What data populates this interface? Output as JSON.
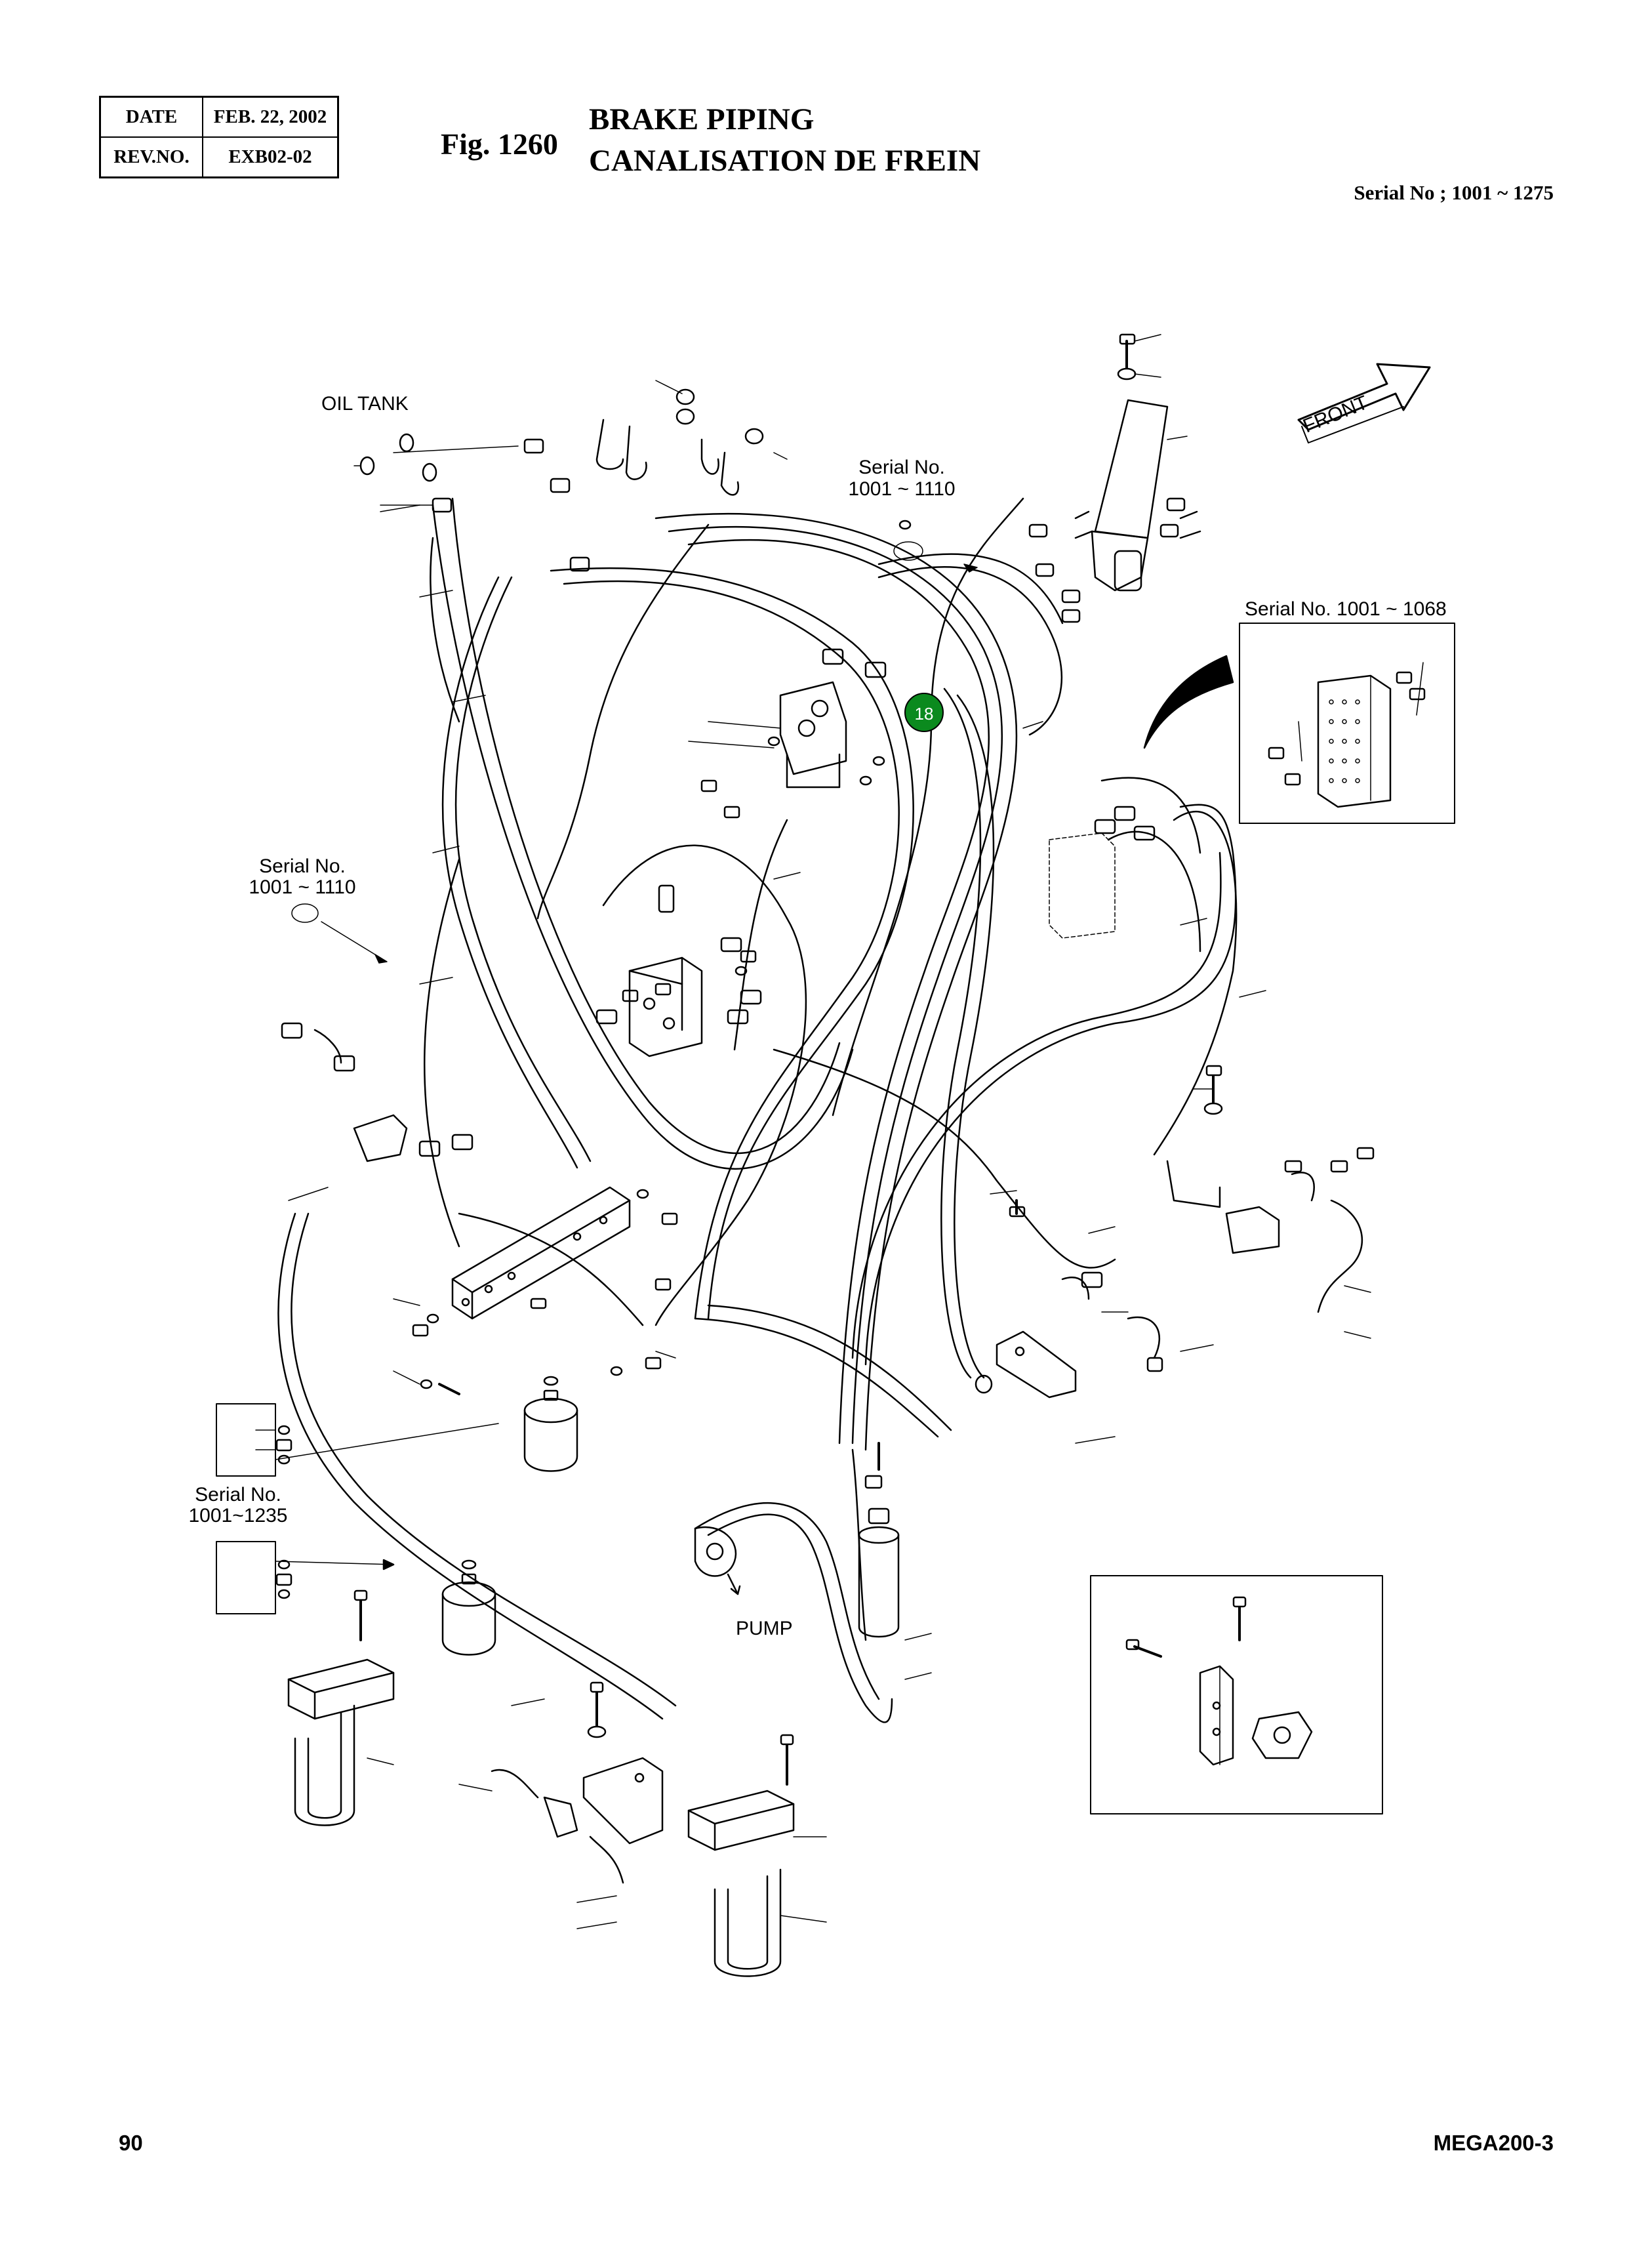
{
  "header": {
    "date_label": "DATE",
    "date_value": "FEB. 22, 2002",
    "rev_label": "REV.NO.",
    "rev_value": "EXB02-02",
    "fig_number": "Fig. 1260",
    "title_en": "BRAKE PIPING",
    "title_fr": "CANALISATION DE FREIN",
    "serial_range": "Serial No ; 1001 ~ 1275"
  },
  "diagram": {
    "oil_tank_label": "OIL TANK",
    "front_label": "FRONT",
    "pump_label": "PUMP",
    "serial_notes": [
      {
        "line1": "Serial No.",
        "line2": "1001 ~ 1110"
      },
      {
        "line1": "Serial No. 1001 ~ 1068",
        "line2": ""
      },
      {
        "line1": "Serial No.",
        "line2": "1001 ~ 1110"
      },
      {
        "line1": "Serial No.",
        "line2": "1001~1235"
      }
    ],
    "callout_number": "18",
    "callout_color": "#0b8a1e"
  },
  "footer": {
    "page_number": "90",
    "model": "MEGA200-3"
  }
}
